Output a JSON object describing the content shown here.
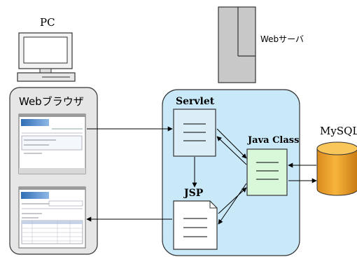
{
  "labels": {
    "pc": "PC",
    "web_server": "Webサーバ",
    "browser": "Webブラウザ",
    "servlet": "Servlet",
    "jsp": "JSP",
    "java_class": "Java Class",
    "mysql": "MySQL"
  },
  "colors": {
    "browser_panel": "#e6e6e6",
    "server_panel": "#c9e8f8",
    "servlet_box": "#dbeef7",
    "java_class_box": "#d9f7d9",
    "database": "#f7b43c",
    "server_tower": "#c8c8c8"
  }
}
